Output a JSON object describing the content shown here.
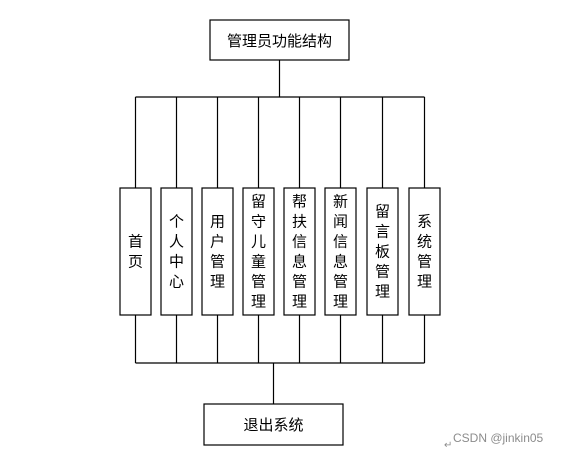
{
  "top": {
    "label": "管理员功能结构"
  },
  "modules": [
    {
      "label": "首页"
    },
    {
      "label": "个人中心"
    },
    {
      "label": "用户管理"
    },
    {
      "label": "留守儿童管理"
    },
    {
      "label": "帮扶信息管理"
    },
    {
      "label": "新闻信息管理"
    },
    {
      "label": "留言板管理"
    },
    {
      "label": "系统管理"
    }
  ],
  "bottom": {
    "label": "退出系统"
  },
  "watermark": "CSDN @jinkin05",
  "return_mark": "↵"
}
